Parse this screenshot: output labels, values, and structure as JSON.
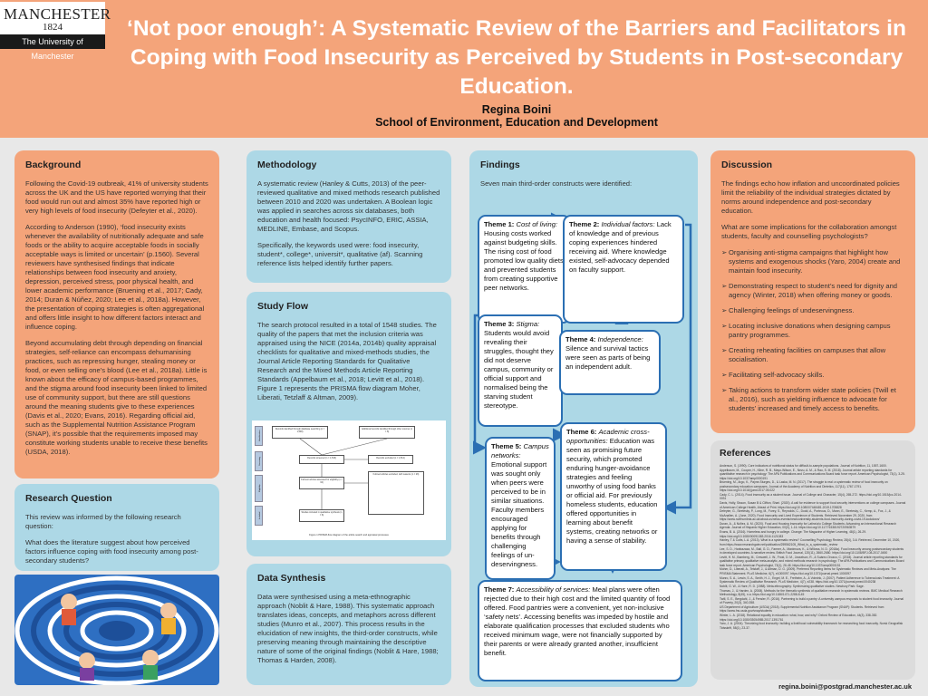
{
  "header": {
    "logo_line1": "MANCHESTER",
    "logo_line2": "1824",
    "logo_line3": "The University of Manchester",
    "title": "‘Not poor enough’: A Systematic Review of the Barriers and Facilitators in Coping with Food Insecurity as Perceived by Students in Post-secondary Education.",
    "author": "Regina Boini",
    "school": "School of Environment, Education and Development"
  },
  "background": {
    "heading": "Background",
    "paragraphs": [
      "Following the Covid-19 outbreak, 41% of university students across the UK and the US have reported worrying that their food would run out and almost 35% have reported high or very high levels of food insecurity (Defeyter et al., 2020).",
      "According to Anderson (1990), ‘food insecurity exists whenever the availability of nutritionally adequate and safe foods or the ability to acquire acceptable foods in socially acceptable ways is limited or uncertain’ (p.1560). Several reviewers have synthesised findings that indicate relationships between food insecurity and anxiety, depression, perceived stress, poor physical health, and lower academic performance (Bruening et al., 2017; Cady, 2014; Duran & Núñez, 2020; Lee et al., 2018a). However, the presentation of coping strategies is often aggregational and offers little insight to how different factors interact and influence coping.",
      "Beyond accumulating debt through depending on financial strategies, self-reliance can encompass dehumanising practices, such as repressing hunger, stealing money or food, or even selling one’s blood (Lee et al., 2018a). Little is known about the efficacy of campus-based programmes, and the stigma around food insecurity been linked to limited use of community support, but there are still questions around the meaning students give to these experiences (Davis et al., 2020; Evans, 2016). Regarding official aid, such as the Supplemental Nutrition Assistance Program (SNAP), it’s possible that the requirements imposed may constitute working students unable to receive these benefits (USDA, 2018)."
    ]
  },
  "research_question": {
    "heading": "Research Question",
    "paragraphs": [
      "This review was informed by the following research question:",
      "What does the literature suggest about how perceived factors influence coping with food insecurity among post-secondary students?"
    ]
  },
  "methodology": {
    "heading": "Methodology",
    "paragraphs": [
      "A systematic review (Hanley & Cutts, 2013) of the peer-reviewed qualitative and mixed methods research published between 2010 and 2020 was undertaken. A Boolean logic was applied in searches across six databases, both education and health focused: PsycINFO, ERIC, ASSIA, MEDLINE, Embase, and Scopus.",
      "Specifically, the keywords used were: food insecurity, student*, college*, universit*, qualitative (af). Scanning reference lists helped identify further papers."
    ]
  },
  "study_flow": {
    "heading": "Study Flow",
    "paragraphs": [
      "The search protocol resulted in a total of 1548 studies. The quality of the papers that met the inclusion criteria was appraised using the NICE (2014a, 2014b) quality appraisal checklists for qualitative and mixed-methods studies, the Journal Article Reporting Standards for Qualitative Research and the Mixed Methods Article Reporting Standards (Appelbaum et al., 2018; Levitt et al., 2018). Figure 1 represents the PRISMA flow diagram Moher, Liberati, Tetzlaff & Altman, 2009)."
    ],
    "figure": {
      "box_identified_db": "Records identified through database searching (n = 1,548)",
      "box_identified_other": "Additional records identified through other sources (n = 8)",
      "box_screened": "Records screened (n = 1,546)",
      "box_excluded": "Records excluded (n = 1,512)",
      "box_fulltext": "Full-text articles assessed for eligibility (n = 34)",
      "box_fulltext_excluded": "Full-text articles excluded, with reasons (n = 26)",
      "box_included": "Studies included in qualitative synthesis (n = 8)",
      "side_identification": "Identification",
      "side_screening": "Screening",
      "side_eligibility": "Eligibility",
      "side_included": "Included",
      "caption": "Figure 1 PRISMA flow diagram of the article search and appraisal processes"
    }
  },
  "data_synthesis": {
    "heading": "Data Synthesis",
    "paragraphs": [
      "Data were synthesised using a meta-ethnographic approach (Noblit & Hare, 1988). This systematic approach translates ideas, concepts, and metaphors across different studies (Munro et al., 2007). This process results in the elucidation of new insights, the third-order constructs, while preserving meaning through maintaining the descriptive nature of some of the original findings (Noblit & Hare, 1988; Thomas & Harden, 2008)."
    ]
  },
  "findings": {
    "heading": "Findings",
    "intro": "Seven main third-order constructs were identified:",
    "themes": [
      {
        "label": "Theme 1:",
        "title": "Cost of living:",
        "body": "Housing costs worked against budgeting skills. The rising cost of food promoted low quality diets and prevented students from creating supportive peer networks."
      },
      {
        "label": "Theme 2:",
        "title": "Individual factors:",
        "body": "Lack of knowledge and of previous coping experiences hindered receiving aid. Where knowledge existed, self-advocacy depended on faculty support."
      },
      {
        "label": "Theme 3:",
        "title": "Stigma:",
        "body": "Students would avoid revealing their struggles, thought they did not deserve campus, community or official support and normalised being the starving student stereotype."
      },
      {
        "label": "Theme 4:",
        "title": "Independence:",
        "body": "Silence and survival tactics were seen as parts of being an independent adult."
      },
      {
        "label": "Theme 5:",
        "title": "Campus networks:",
        "body": "Emotional support was sought only when peers were perceived to be in similar situations. Faculty members encouraged applying for benefits through challenging feelings of un-deservingness."
      },
      {
        "label": "Theme 6:",
        "title": "Academic cross-opportunities:",
        "body": "Education was seen as promising future security, which promoted enduring hunger-avoidance strategies and feeling unworthy of using food banks or official aid. For previously homeless students, education offered opportunities in learning about benefit systems, creating networks or having a sense of stability."
      },
      {
        "label": "Theme 7:",
        "title": "Accessibility of services:",
        "body": "Meal plans were often rejected due to their high cost and the limited quantity of food offered. Food pantries were a convenient, yet non-inclusive ‘safety nets’. Accessing benefits was impeded by hostile and elaborate qualification processes that excluded students who received minimum wage, were not financially supported by their parents or were already granted another, insufficient benefit."
      }
    ]
  },
  "discussion": {
    "heading": "Discussion",
    "paragraphs": [
      "The findings echo how inflation and uncoordinated policies limit the reliability of the individual strategies dictated by norms around independence and post-secondary education.",
      "What are some implications for the collaboration amongst students, faculty and counselling psychologists?"
    ],
    "bullet_marker": "➢",
    "bullets": [
      "Organising anti-stigma campaigns that highlight how systems and exogenous shocks (Yaro, 2004) create and maintain food insecurity.",
      "Demonstrating respect to student’s need for dignity and agency (Winter, 2018) when offering money or goods.",
      "Challenging feelings of undeservingness.",
      "Locating inclusive donations when designing campus pantry programmes.",
      "Creating reheating facilities on campuses that allow socialisation.",
      "Facilitating self-advocacy skills.",
      "Taking actions to transform wider state policies (Twill et al., 2016), such as yielding influence to advocate for students’ increased and timely access to benefits."
    ]
  },
  "references": {
    "heading": "References",
    "items": [
      "Anderson, S. (1990). Core indicators of nutritional status for difficult-to-sample populations. Journal of Nutrition, 11, 1557-1600.",
      "Appelbaum, M., Cooper, H., Kline, R. B., Mayo-Wilson, E., Nezu, A. M., & Rao, S. M. (2018). Journal article reporting standards for quantitative research in psychology: The APA Publications and Communications Board task force report. American Psychologist, 73(1), 3-25. https://doi.org/10.1037/amp0000191",
      "Bruening, M., Argo, K., Payne-Sturges, D., & Laska, M. N. (2017). The struggle is real: a systematic review of food insecurity on postsecondary education campuses. Journal of the Academy of Nutrition and Dietetics, 117(11), 1767-1791. https://doi.org/10.1016/j.jand.2017.05.022",
      "Cady, C. L. (2014). Food insecurity as a student issue. Journal of College and Character, 15(4), 265-272. https://doi.org/10.1515/jcc-2014-0031",
      "Davis, Holly, Sisson, Susan B & Clifton, Shari. (2020). A call for evidence to support food security interventions on college campuses. Journal of American College Health, Ahead of Print. https://doi.org/10.1080/07448481.2019.1705828",
      "Defeyter, G., Stretesky, P., Long, M., Furey, S., Reynolds, C., Dodd, A., Porteous, D., Mann, E., Stretesky, C., Kemp, A., Fox, J., & McAnallen, A. (June, 2020). Food Insecurity and Lived Experience of Students. Retrieved November 29, 2020, from https://www.northumbria.ac.uk/about-us/news-events/news/university-students-food-insecurity-during-covid-19-lockdown/",
      "Duran, A., & Núñez, A. M. (2020). Food and Housing Insecurity for Latinx/a/o College Students: Advancing an Intersectional Research Agenda. Journal of Hispanic Higher Education, 00(0), 1-16. https://doi.org/10.1177/1538192720963579",
      "Evans, B. A. (2016). Homeless and hungry in college. Change: The Magazine of Higher Learning, 48(1), 26-29. https://doi.org/10.1080/00091383.2016.1121083",
      "Hanley, T & Cutts, L.A. (2013). What is a systematic review? Counselling Psychology Review, 28(4), 3-6. Retrieved, December 10, 2020, from https://www.researchgate.net/publication/259562105_What_is_a_systematic_review",
      "Lee, S. D., Hanbazaza, M., Ball, G. D., Farmer, A., Maximova, K., & Willows, N. D. (2018a). Food insecurity among postsecondary students in developed countries: A narrative review. British Food Journal, 120(11), 2660-2680. https://doi.org/10.1108/BFJ-08-2017-0450",
      "Levitt, H. M., Bamberg, M., Creswell, J. W., Frost, D. M., Josselson, R., & Suárez-Orozco, C. (2018). Journal article reporting standards for qualitative primary, qualitative meta-analytic, and mixed methods research in psychology: The APA Publications and Communications Board task force report. American Psychologist, 73(1), 26-46. https://doi.org/10.1037/amp0000151",
      "Moher, D., Liberati, A., Tetzlaff, J., & Altman, D. G. (2009). Preferred Reporting Items for Systematic Reviews and Meta-Analyses: The PRISMA Statement. PLoS Medicine, 6(7), e1000097. https://doi.org/10.1371/journal.pmed.1000097",
      "Munro, S. A., Lewin, S. A., Smith, H. J., Engel, M. E., Fretheim, A., & Volmink, J. (2007). Patient Adherence to Tuberculosis Treatment: A Systematic Review of Qualitative Research. PLoS Medicine, 4(7), e238. https://doi.org/10.1371/journal.pmed.0040238",
      "Noblit, G. W., & Hare, R. D. (1988). Meta-ethnography: Synthesizing qualitative studies. Newbury Park: Sage.",
      "Thomas, J., & Harden, A. (2008). Methods for the thematic synthesis of qualitative research in systematic reviews. BMC Medical Research Methodology, 8(45), n.a. https://doi.org/10.1186/1471-2288-8-45",
      "Twill, S. E., Bergdahl, J., & Fensler, R. (2016). Partnering to build a pantry: A university campus responds to student food insecurity. Journal of Poverty, 20(3), 340-358.",
      "US Department of Agriculture (USDA) (2018). Supplemental Nutrition Assistance Program (SNAP): Students. Retrieved from https://www.fns.usda.gov/snap/students",
      "Winter, L. A. (2018). Relational equality in education: what, how, and why? Oxford Review of Education, 44(3), 338-352. https://doi.org/10.1080/03054985.2017.1391761",
      "Yaro, J. A. (2004). Theorizing food insecurity: building a livelihood vulnerability framework for researching food insecurity. Norsk Geografisk Tidsskrift, 58(1), 23-37."
    ]
  },
  "contact": {
    "email": "regina.boini@postgrad.manchester.ac.uk"
  },
  "colors": {
    "orange_panel": "#f4a47a",
    "blue_panel": "#add8e6",
    "theme_border": "#2b6fb3"
  }
}
